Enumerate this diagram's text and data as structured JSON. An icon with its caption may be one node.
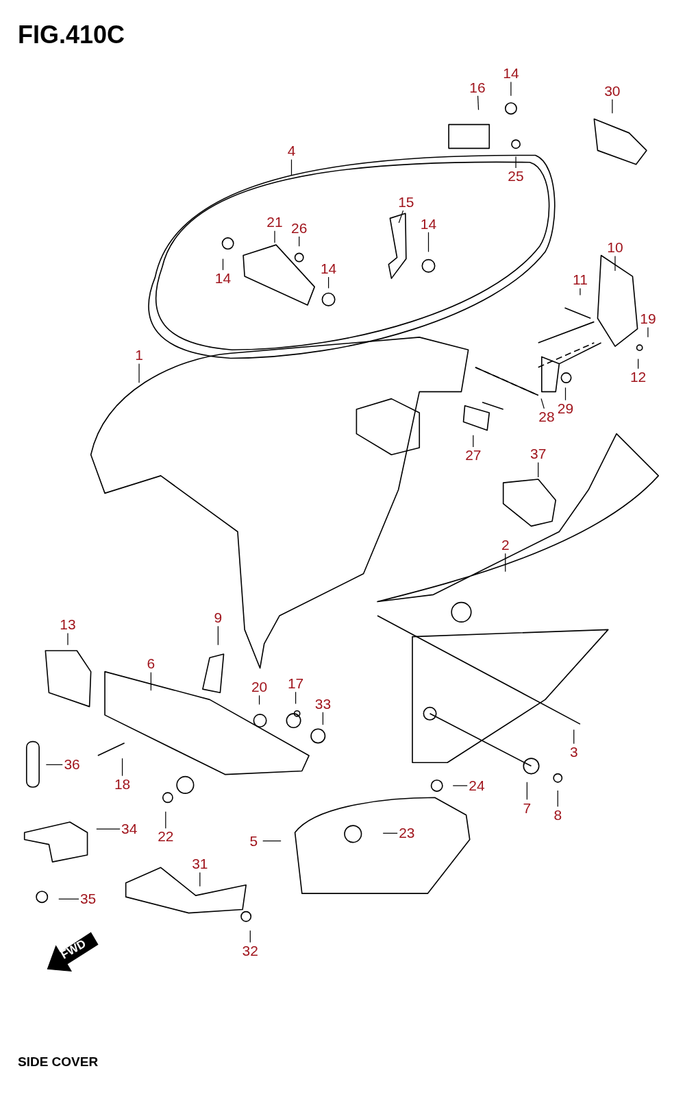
{
  "diagram": {
    "title": "FIG.410C",
    "caption": "SIDE COVER",
    "nodes": [
      {
        "text": [
          "16"
        ]
      },
      {
        "text": [
          "14"
        ]
      },
      {
        "text": [
          "30"
        ]
      },
      {
        "text": [
          "4"
        ]
      },
      {
        "text": [
          "25"
        ]
      },
      {
        "text": [
          "15"
        ]
      },
      {
        "text": [
          "21"
        ]
      },
      {
        "text": [
          "26"
        ]
      },
      {
        "text": [
          "14"
        ]
      },
      {
        "text": [
          "14"
        ]
      },
      {
        "text": [
          "14"
        ]
      },
      {
        "text": [
          "10"
        ]
      },
      {
        "text": [
          "11"
        ]
      },
      {
        "text": [
          "19"
        ]
      },
      {
        "text": [
          "1"
        ]
      },
      {
        "text": [
          "12"
        ]
      },
      {
        "text": [
          "28"
        ]
      },
      {
        "text": [
          "29"
        ]
      },
      {
        "text": [
          "27"
        ]
      },
      {
        "text": [
          "37"
        ]
      },
      {
        "text": [
          "2"
        ]
      },
      {
        "text": [
          "13"
        ]
      },
      {
        "text": [
          "9"
        ]
      },
      {
        "text": [
          "6"
        ]
      },
      {
        "text": [
          "20"
        ]
      },
      {
        "text": [
          "17"
        ]
      },
      {
        "text": [
          "33"
        ]
      },
      {
        "text": [
          "3"
        ]
      },
      {
        "text": [
          "36"
        ]
      },
      {
        "text": [
          "18"
        ]
      },
      {
        "text": [
          "24"
        ]
      },
      {
        "text": [
          "7"
        ]
      },
      {
        "text": [
          "8"
        ]
      },
      {
        "text": [
          "34"
        ]
      },
      {
        "text": [
          "22"
        ]
      },
      {
        "text": [
          "23"
        ]
      },
      {
        "text": [
          "5"
        ]
      },
      {
        "text": [
          "31"
        ]
      },
      {
        "text": [
          "35"
        ]
      },
      {
        "text": [
          "32"
        ]
      }
    ],
    "edges": [
      {
        "from": 0,
        "to": null,
        "arrow": "none"
      },
      {
        "from": 1,
        "to": null,
        "arrow": "none"
      },
      {
        "from": 2,
        "to": null,
        "arrow": "none"
      },
      {
        "from": 3,
        "to": null,
        "arrow": "none"
      },
      {
        "from": 4,
        "to": null,
        "arrow": "none"
      },
      {
        "from": 5,
        "to": null,
        "arrow": "none"
      },
      {
        "from": 6,
        "to": null,
        "arrow": "none"
      },
      {
        "from": 7,
        "to": null,
        "arrow": "none"
      },
      {
        "from": 8,
        "to": null,
        "arrow": "none"
      },
      {
        "from": 9,
        "to": null,
        "arrow": "none"
      },
      {
        "from": 10,
        "to": null,
        "arrow": "none"
      },
      {
        "from": 11,
        "to": null,
        "arrow": "none"
      },
      {
        "from": 12,
        "to": null,
        "arrow": "none"
      },
      {
        "from": 13,
        "to": null,
        "arrow": "none"
      },
      {
        "from": 14,
        "to": null,
        "arrow": "none"
      },
      {
        "from": 15,
        "to": null,
        "arrow": "none"
      },
      {
        "from": 16,
        "to": null,
        "arrow": "none"
      },
      {
        "from": 17,
        "to": null,
        "arrow": "none"
      },
      {
        "from": 18,
        "to": null,
        "arrow": "none"
      },
      {
        "from": 19,
        "to": null,
        "arrow": "none"
      },
      {
        "from": 20,
        "to": null,
        "arrow": "none"
      },
      {
        "from": 21,
        "to": null,
        "arrow": "none"
      },
      {
        "from": 22,
        "to": null,
        "arrow": "none"
      },
      {
        "from": 23,
        "to": null,
        "arrow": "none"
      },
      {
        "from": 24,
        "to": null,
        "arrow": "none"
      },
      {
        "from": 25,
        "to": null,
        "arrow": "none"
      },
      {
        "from": 26,
        "to": null,
        "arrow": "none"
      },
      {
        "from": 27,
        "to": null,
        "arrow": "none"
      },
      {
        "from": 28,
        "to": null,
        "arrow": "none"
      },
      {
        "from": 29,
        "to": null,
        "arrow": "none"
      },
      {
        "from": 30,
        "to": null,
        "arrow": "none"
      },
      {
        "from": 31,
        "to": null,
        "arrow": "none"
      },
      {
        "from": 32,
        "to": null,
        "arrow": "none"
      },
      {
        "from": 33,
        "to": null,
        "arrow": "none"
      },
      {
        "from": 34,
        "to": null,
        "arrow": "none"
      },
      {
        "from": 35,
        "to": null,
        "arrow": "none"
      },
      {
        "from": 36,
        "to": null,
        "arrow": "none"
      },
      {
        "from": 37,
        "to": null,
        "arrow": "none"
      },
      {
        "from": 38,
        "to": null,
        "arrow": "none"
      },
      {
        "from": 39,
        "to": null,
        "arrow": "none"
      }
    ],
    "labels": [
      "FWD"
    ]
  }
}
